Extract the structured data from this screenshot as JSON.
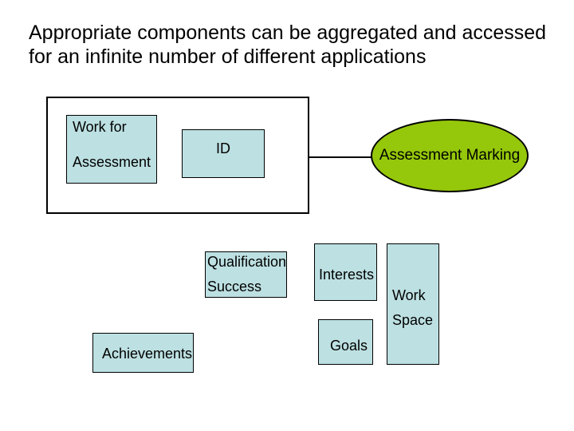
{
  "slide": {
    "title_line1": "Appropriate components can be aggregated and accessed",
    "title_line2": "for an infinite number of different applications"
  },
  "shapes": {
    "work_for_assessment": {
      "line1": "Work for",
      "line2": "Assessment"
    },
    "id": {
      "label": "ID"
    },
    "assessment_marking": {
      "label": "Assessment Marking"
    },
    "qualification_success": {
      "line1": "Qualification",
      "line2": "Success"
    },
    "interests": {
      "label": "Interests"
    },
    "work_space": {
      "line1": "Work",
      "line2": "Space"
    },
    "goals": {
      "label": "Goals"
    },
    "achievements": {
      "label": "Achievements"
    }
  },
  "colors": {
    "background": "#ffffff",
    "text": "#000000",
    "box_fill": "#bde0e2",
    "box_border": "#000000",
    "container_border": "#000000",
    "ellipse_fill": "#95c70b",
    "ellipse_border": "#000000",
    "connector": "#000000"
  }
}
